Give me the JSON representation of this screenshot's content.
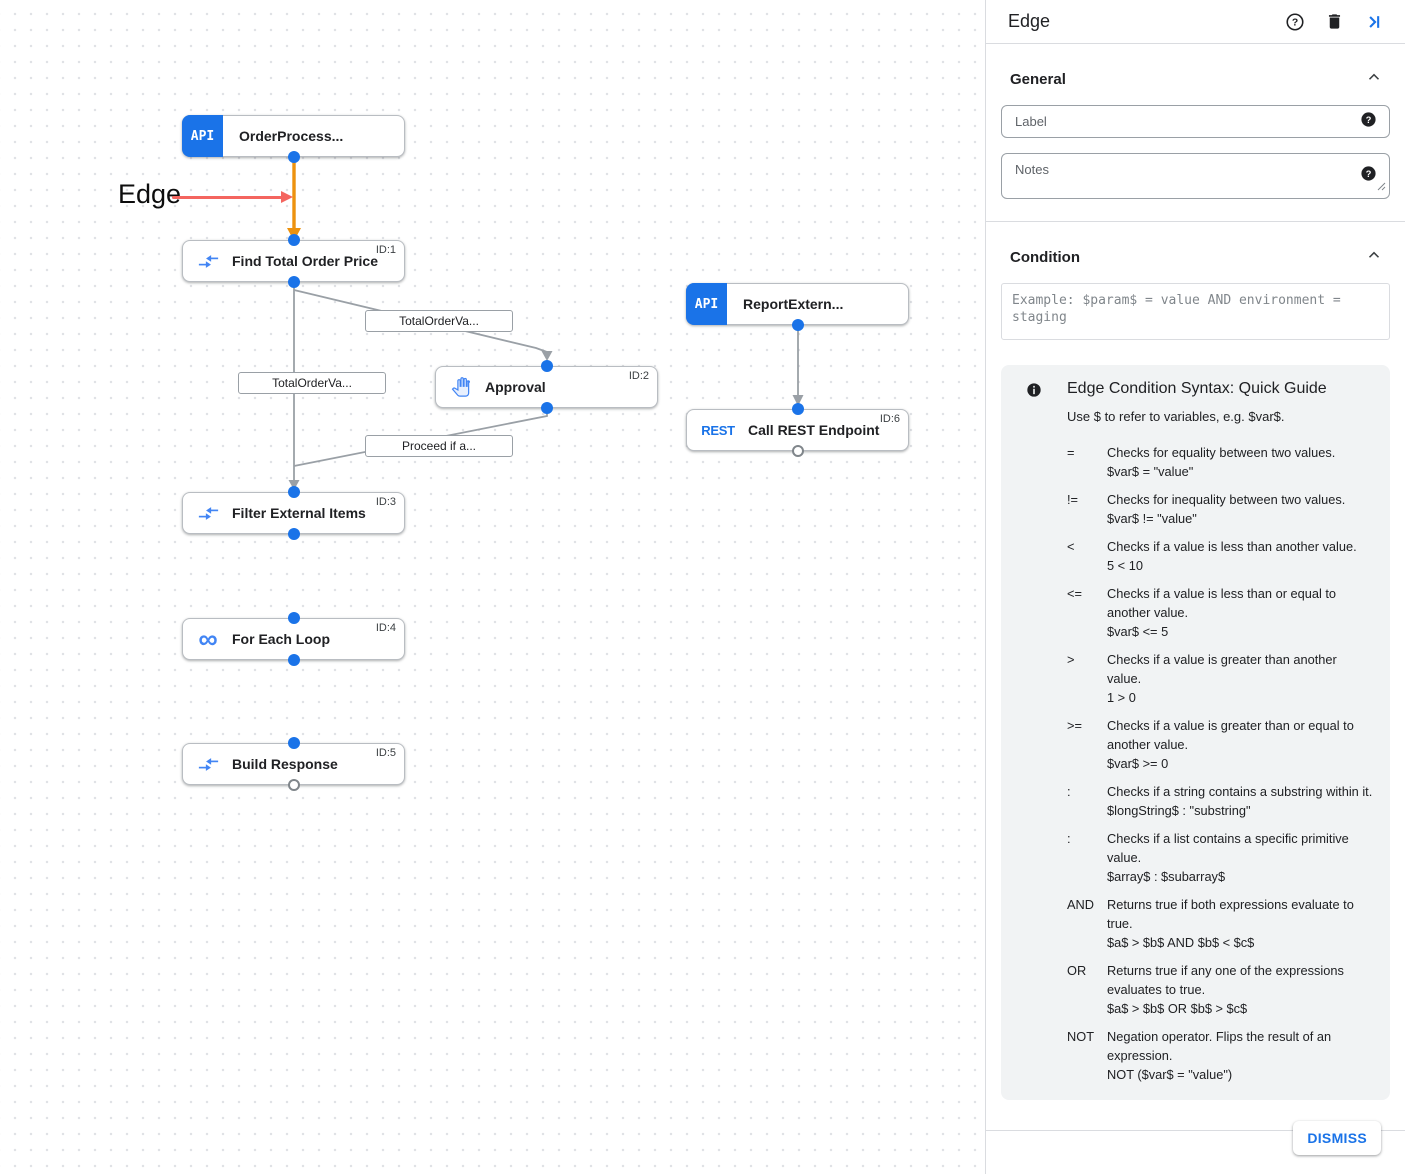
{
  "canvas": {
    "annotation": {
      "label": "Edge"
    },
    "badges": {
      "api": "API",
      "rest": "REST",
      "loop_glyph": "∞"
    },
    "nodes": [
      {
        "label": "OrderProcess...",
        "id": "",
        "type": "api-trigger"
      },
      {
        "label": "Find Total Order Price",
        "id": "ID:1",
        "type": "data-mapping"
      },
      {
        "label": "Approval",
        "id": "ID:2",
        "type": "approval"
      },
      {
        "label": "ReportExtern...",
        "id": "",
        "type": "api-trigger"
      },
      {
        "label": "Call REST Endpoint",
        "id": "ID:6",
        "type": "rest-task"
      },
      {
        "label": "Filter External Items",
        "id": "ID:3",
        "type": "data-mapping"
      },
      {
        "label": "For Each Loop",
        "id": "ID:4",
        "type": "for-each-loop"
      },
      {
        "label": "Build Response",
        "id": "ID:5",
        "type": "data-mapping"
      }
    ],
    "edge_labels": [
      {
        "text": "TotalOrderVa..."
      },
      {
        "text": "TotalOrderVa..."
      },
      {
        "text": "Proceed if a..."
      }
    ]
  },
  "panel": {
    "title": "Edge",
    "general": {
      "title": "General",
      "label_placeholder": "Label",
      "notes_placeholder": "Notes"
    },
    "condition": {
      "title": "Condition",
      "placeholder": "Example: $param$ = value AND environment = staging"
    },
    "guide": {
      "title": "Edge Condition Syntax: Quick Guide",
      "subtitle": "Use $ to refer to variables, e.g. $var$.",
      "rows": [
        {
          "op": "=",
          "desc": "Checks for equality between two values.",
          "example": "$var$ = \"value\""
        },
        {
          "op": "!=",
          "desc": "Checks for inequality between two values.",
          "example": "$var$ != \"value\""
        },
        {
          "op": "<",
          "desc": "Checks if a value is less than another value.",
          "example": "5 < 10"
        },
        {
          "op": "<=",
          "desc": "Checks if a value is less than or equal to another value.",
          "example": "$var$ <= 5"
        },
        {
          "op": ">",
          "desc": "Checks if a value is greater than another value.",
          "example": "1 > 0"
        },
        {
          "op": ">=",
          "desc": "Checks if a value is greater than or equal to another value.",
          "example": "$var$ >= 0"
        },
        {
          "op": ":",
          "desc": "Checks if a string contains a substring within it.",
          "example": "$longString$ : \"substring\""
        },
        {
          "op": ":",
          "desc": "Checks if a list contains a specific primitive value.",
          "example": "$array$ : $subarray$"
        },
        {
          "op": "AND",
          "desc": "Returns true if both expressions evaluate to true.",
          "example": "$a$ > $b$ AND $b$ < $c$"
        },
        {
          "op": "OR",
          "desc": "Returns true if any one of the expressions evaluates to true.",
          "example": "$a$ > $b$ OR $b$ > $c$"
        },
        {
          "op": "NOT",
          "desc": "Negation operator. Flips the result of an expression.",
          "example": "NOT ($var$ = \"value\")"
        }
      ]
    },
    "dismiss_label": "DISMISS"
  },
  "colors": {
    "accent": "#1a73e8",
    "selected_edge": "#ED920E",
    "edge": "#9AA0A6",
    "annotation_arrow": "#F4655F",
    "node_icon_blue": "#4285F4"
  }
}
